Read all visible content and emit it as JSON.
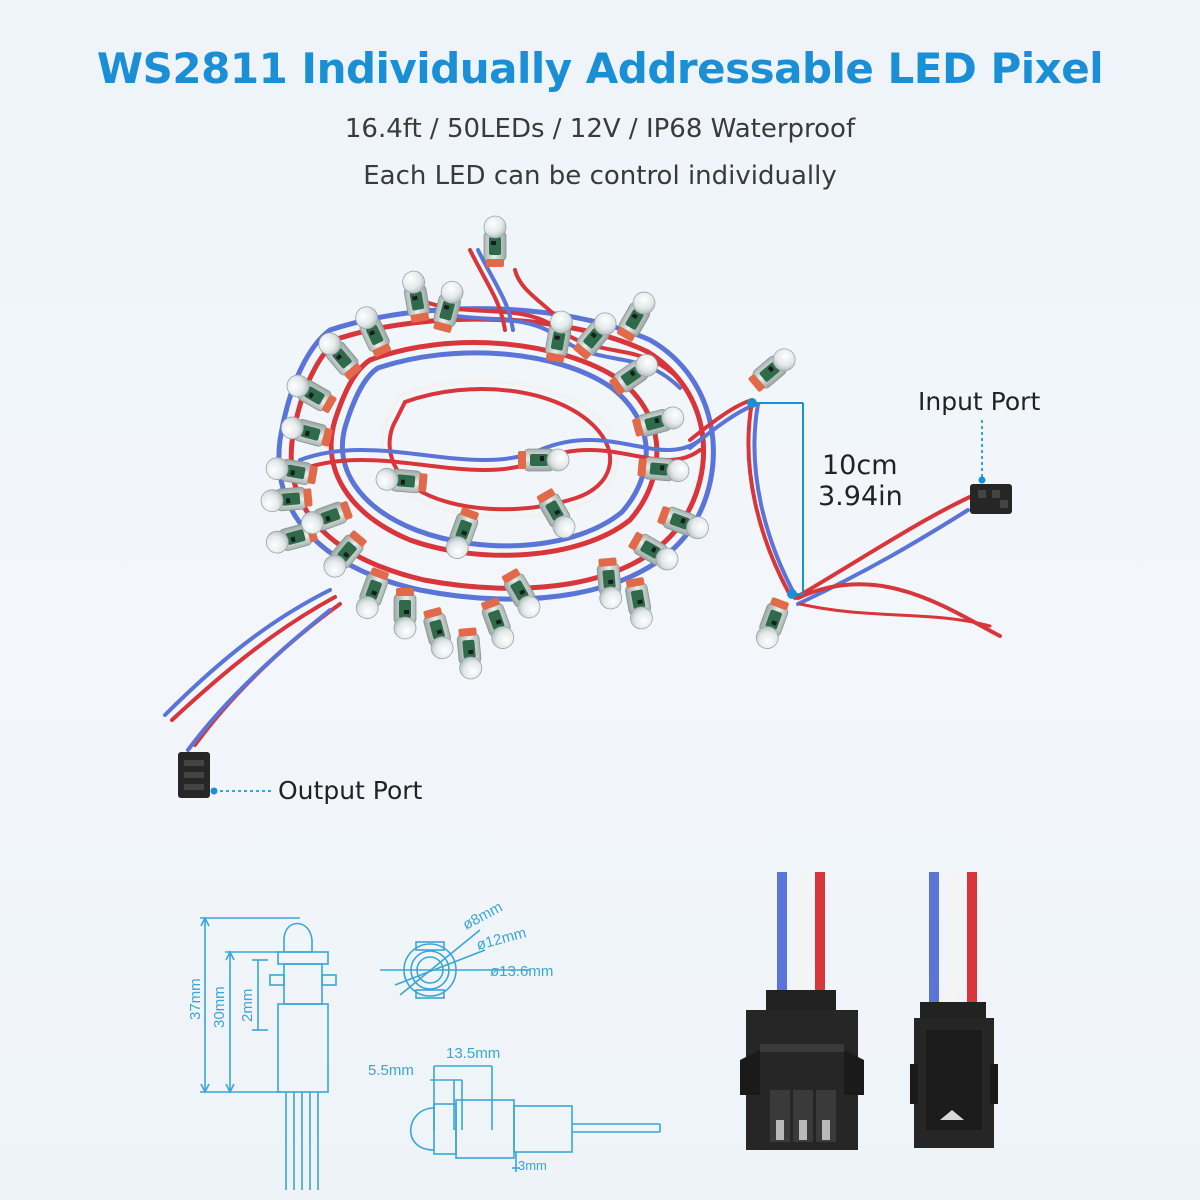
{
  "header": {
    "title": "WS2811 Individually Addressable LED Pixel",
    "spec_line": "16.4ft / 50LEDs / 12V / IP68 Waterproof",
    "tagline": "Each LED can be control individually"
  },
  "callouts": {
    "input_port": "Input Port",
    "output_port": "Output Port",
    "spacing_metric": "10cm",
    "spacing_imperial": "3.94in"
  },
  "dimensions": {
    "side_height_total": "37mm",
    "side_height_body": "30mm",
    "side_offset": "2mm",
    "top_d1": "ø8mm",
    "top_d2": "ø12mm",
    "top_d3": "ø13.6mm",
    "front_head": "5.5mm",
    "front_width": "13.5mm",
    "front_pin": "3mm"
  },
  "colors": {
    "accent": "#1a8fd6",
    "dim_line": "#3aa6d8",
    "wire_red": "#d8363a",
    "wire_blue": "#5a74d8",
    "wire_white": "#f2f2f2",
    "connector": "#262626",
    "led_body": "#cfd8d4",
    "pcb": "#2f6b4a"
  }
}
